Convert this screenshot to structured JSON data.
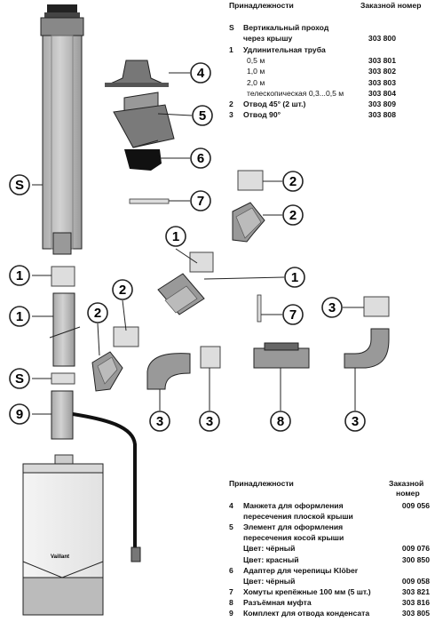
{
  "top_table": {
    "header_left": "Принадлежности",
    "header_right": "Заказной номер",
    "rows": [
      {
        "key": "S",
        "text": "Вертикальный проход",
        "code": "",
        "bold": true
      },
      {
        "key": "",
        "text": "через крышу",
        "code": "303 800",
        "bold": true
      },
      {
        "key": "1",
        "text": "Удлинительная труба",
        "code": "",
        "bold": true
      },
      {
        "key": "",
        "text": "0,5 м",
        "code": "303 801",
        "bold": false
      },
      {
        "key": "",
        "text": "1,0 м",
        "code": "303 802",
        "bold": false
      },
      {
        "key": "",
        "text": "2,0 м",
        "code": "303 803",
        "bold": false
      },
      {
        "key": "",
        "text": "телескопическая 0,3...0,5 м",
        "code": "303 804",
        "bold": false
      },
      {
        "key": "2",
        "text": "Отвод 45° (2 шт.)",
        "code": "303 809",
        "bold": true
      },
      {
        "key": "3",
        "text": "Отвод 90°",
        "code": "303 808",
        "bold": true
      }
    ]
  },
  "bottom_table": {
    "header_left": "Принадлежности",
    "header_right_1": "Заказной",
    "header_right_2": "номер",
    "rows": [
      {
        "key": "4",
        "text": "Манжета для оформления",
        "code": "009 056"
      },
      {
        "key": "",
        "text": "пересечения плоской крыши",
        "code": ""
      },
      {
        "key": "5",
        "text": "Элемент для оформления",
        "code": ""
      },
      {
        "key": "",
        "text": "пересечения косой крыши",
        "code": ""
      },
      {
        "key": "",
        "text": "Цвет: чёрный",
        "code": "009 076"
      },
      {
        "key": "",
        "text": "Цвет: красный",
        "code": "300 850"
      },
      {
        "key": "6",
        "text": "Адаптер для черепицы Klöber",
        "code": ""
      },
      {
        "key": "",
        "text": "Цвет: чёрный",
        "code": "009 058"
      },
      {
        "key": "7",
        "text": "Хомуты крепёжные 100 мм (5 шт.)",
        "code": "303 821"
      },
      {
        "key": "8",
        "text": "Разъёмная муфта",
        "code": "303 816"
      },
      {
        "key": "9",
        "text": "Комплект для отвода конденсата",
        "code": "303 805"
      }
    ]
  },
  "callouts": {
    "s": "S",
    "n1": "1",
    "n2": "2",
    "n3": "3",
    "n4": "4",
    "n5": "5",
    "n6": "6",
    "n7": "7",
    "n8": "8",
    "n9": "9"
  },
  "boiler_brand": "Vaillant",
  "colors": {
    "pipe": "#b9b9b9",
    "pipe_dark": "#8e8e8e",
    "ink": "#111111"
  }
}
